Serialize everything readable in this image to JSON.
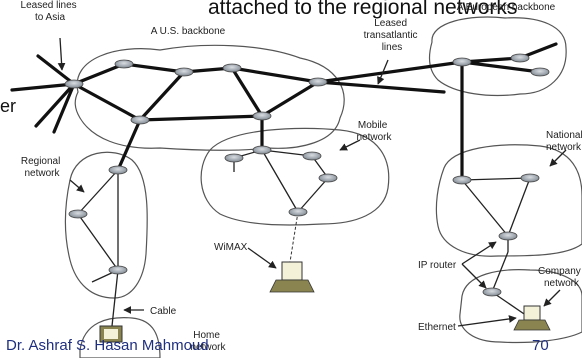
{
  "slide": {
    "title_fragment": "attached to the regional networks",
    "side_fragment": "er",
    "footer_author": "Dr. Ashraf S. Hasan Mahmoud",
    "page_number": "70"
  },
  "diagram": {
    "labels": {
      "leased_asia": [
        "Leased lines",
        "to Asia"
      ],
      "us_backbone": "A U.S. backbone",
      "leased_transatlantic": [
        "Leased",
        "transatlantic",
        "lines"
      ],
      "european_backbone": "A European backbone",
      "mobile_network": [
        "Mobile",
        "network"
      ],
      "regional_network": [
        "Regional",
        "network"
      ],
      "national_network": [
        "National",
        "network"
      ],
      "wimax": "WiMAX",
      "ip_router": "IP router",
      "company_network": [
        "Company",
        "network"
      ],
      "cable": "Cable",
      "ethernet": "Ethernet",
      "home_network": [
        "Home",
        "network"
      ]
    }
  }
}
